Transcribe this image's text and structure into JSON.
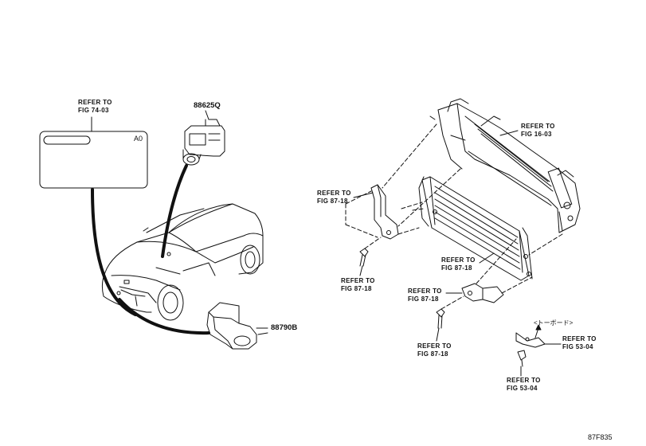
{
  "diagram": {
    "drawing_number": "87F835",
    "label_plate": {
      "code": "A0"
    },
    "parts": [
      {
        "part_number": "88625Q"
      },
      {
        "part_number": "88790B"
      }
    ],
    "references": [
      {
        "line1": "REFER TO",
        "line2": "FIG 74-03"
      },
      {
        "line1": "REFER TO",
        "line2": "FIG 16-03"
      },
      {
        "line1": "REFER TO",
        "line2": "FIG 87-18"
      },
      {
        "line1": "REFER TO",
        "line2": "FIG 87-18"
      },
      {
        "line1": "REFER TO",
        "line2": "FIG 87-18"
      },
      {
        "line1": "REFER TO",
        "line2": "FIG 87-18"
      },
      {
        "line1": "REFER TO",
        "line2": "FIG 87-18"
      },
      {
        "line1": "REFER TO",
        "line2": "FIG 53-04"
      },
      {
        "line1": "REFER TO",
        "line2": "FIG 53-04"
      }
    ],
    "annotation": "<トーボード>"
  }
}
